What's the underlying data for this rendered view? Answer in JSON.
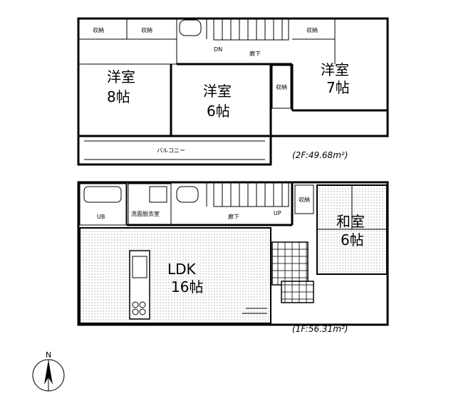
{
  "floor2": {
    "storage_1": "収納",
    "storage_2": "収納",
    "storage_3": "収納",
    "storage_4": "収納",
    "room_a_name": "洋室",
    "room_a_size": "8帖",
    "room_b_name": "洋室",
    "room_b_size": "6帖",
    "room_c_name": "洋室",
    "room_c_size": "7帖",
    "hallway": "廊下",
    "stair_label": "DN",
    "balcony": "バルコニー",
    "area": "(2F:49.68m²)"
  },
  "floor1": {
    "bath": "UB",
    "washroom": "洗面脱衣室",
    "hallway": "廊下",
    "stair_label": "UP",
    "storage": "収納",
    "japanese_room_name": "和室",
    "japanese_room_size": "6帖",
    "ldk_name": "LDK",
    "ldk_size": "16帖",
    "area": "(1F:56.31m²)"
  },
  "compass": {
    "north": "N"
  }
}
